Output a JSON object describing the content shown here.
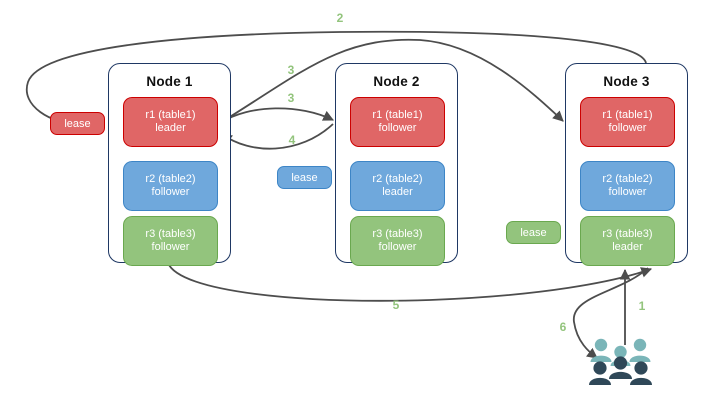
{
  "diagram": {
    "title": "Raft lease and range replica routing diagram",
    "colors": {
      "red_fill": "#e06666",
      "red_stroke": "#cc0000",
      "blue_fill": "#6fa8dc",
      "blue_stroke": "#3d85c6",
      "green_fill": "#93c47d",
      "green_stroke": "#6aa84f",
      "node_border": "#1f3864",
      "edge_stroke": "#4d4d4d",
      "label_color": "#93c47d",
      "people_light": "#7ab5b8",
      "people_dark": "#2f4858"
    }
  },
  "nodes": [
    {
      "id": "node1",
      "title": "Node 1",
      "replicas": [
        {
          "name": "r1 (table1)",
          "role": "leader",
          "color": "red"
        },
        {
          "name": "r2 (table2)",
          "role": "follower",
          "color": "blue"
        },
        {
          "name": "r3 (table3)",
          "role": "follower",
          "color": "green"
        }
      ]
    },
    {
      "id": "node2",
      "title": "Node 2",
      "replicas": [
        {
          "name": "r1 (table1)",
          "role": "follower",
          "color": "red"
        },
        {
          "name": "r2 (table2)",
          "role": "leader",
          "color": "blue"
        },
        {
          "name": "r3 (table3)",
          "role": "follower",
          "color": "green"
        }
      ]
    },
    {
      "id": "node3",
      "title": "Node 3",
      "replicas": [
        {
          "name": "r1 (table1)",
          "role": "follower",
          "color": "red"
        },
        {
          "name": "r2 (table2)",
          "role": "follower",
          "color": "blue"
        },
        {
          "name": "r3 (table3)",
          "role": "leader",
          "color": "green"
        }
      ]
    }
  ],
  "leases": [
    {
      "id": "lease-red",
      "label": "lease",
      "color": "red"
    },
    {
      "id": "lease-blue",
      "label": "lease",
      "color": "blue"
    },
    {
      "id": "lease-green",
      "label": "lease",
      "color": "green"
    }
  ],
  "edge_labels": [
    {
      "id": "label-1",
      "text": "1"
    },
    {
      "id": "label-2",
      "text": "2"
    },
    {
      "id": "label-3a",
      "text": "3"
    },
    {
      "id": "label-3b",
      "text": "3"
    },
    {
      "id": "label-4",
      "text": "4"
    },
    {
      "id": "label-5",
      "text": "5"
    },
    {
      "id": "label-6",
      "text": "6"
    }
  ],
  "actor": {
    "id": "clients",
    "icon": "people-group-icon"
  }
}
